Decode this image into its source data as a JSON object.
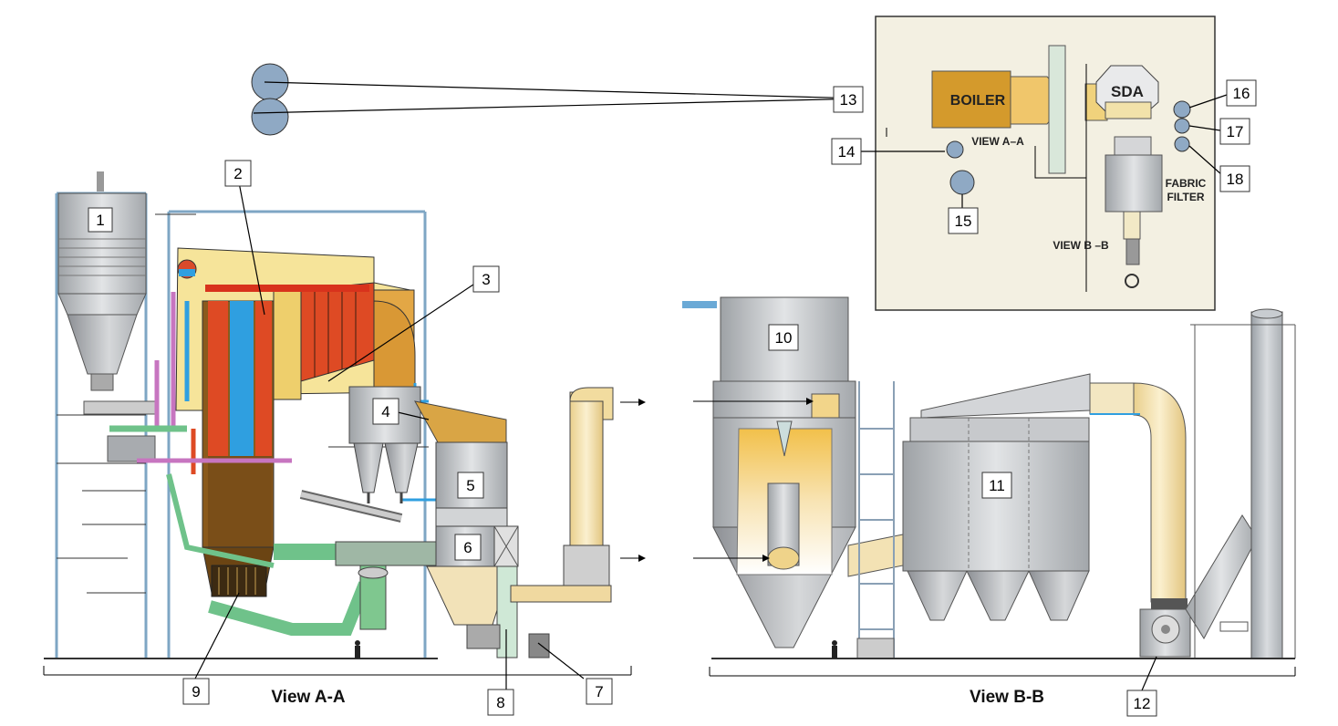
{
  "views": {
    "left_title": "View A-A",
    "right_title": "View B-B"
  },
  "inset": {
    "boiler": "BOILER",
    "sda": "SDA",
    "view_a": "VIEW A–A",
    "view_b": "VIEW B –B",
    "fabric": "FABRIC",
    "filter": "FILTER"
  },
  "callouts": {
    "c1": "1",
    "c2": "2",
    "c3": "3",
    "c4": "4",
    "c5": "5",
    "c6": "6",
    "c7": "7",
    "c8": "8",
    "c9": "9",
    "c10": "10",
    "c11": "11",
    "c12": "12",
    "c13": "13",
    "c14": "14",
    "c15": "15",
    "c16": "16",
    "c17": "17",
    "c18": "18"
  },
  "colors": {
    "furnace_red": "#d9421f",
    "waterwall_blue": "#2f9fe0",
    "furnace_brown": "#8a5a1c",
    "convection_yellow": "#f3e27a",
    "duct_tan": "#f0d9a0",
    "steam_green": "#6fc28a",
    "steel_gray": "#b9bcc0",
    "inset_bg": "#f3f0e2"
  }
}
